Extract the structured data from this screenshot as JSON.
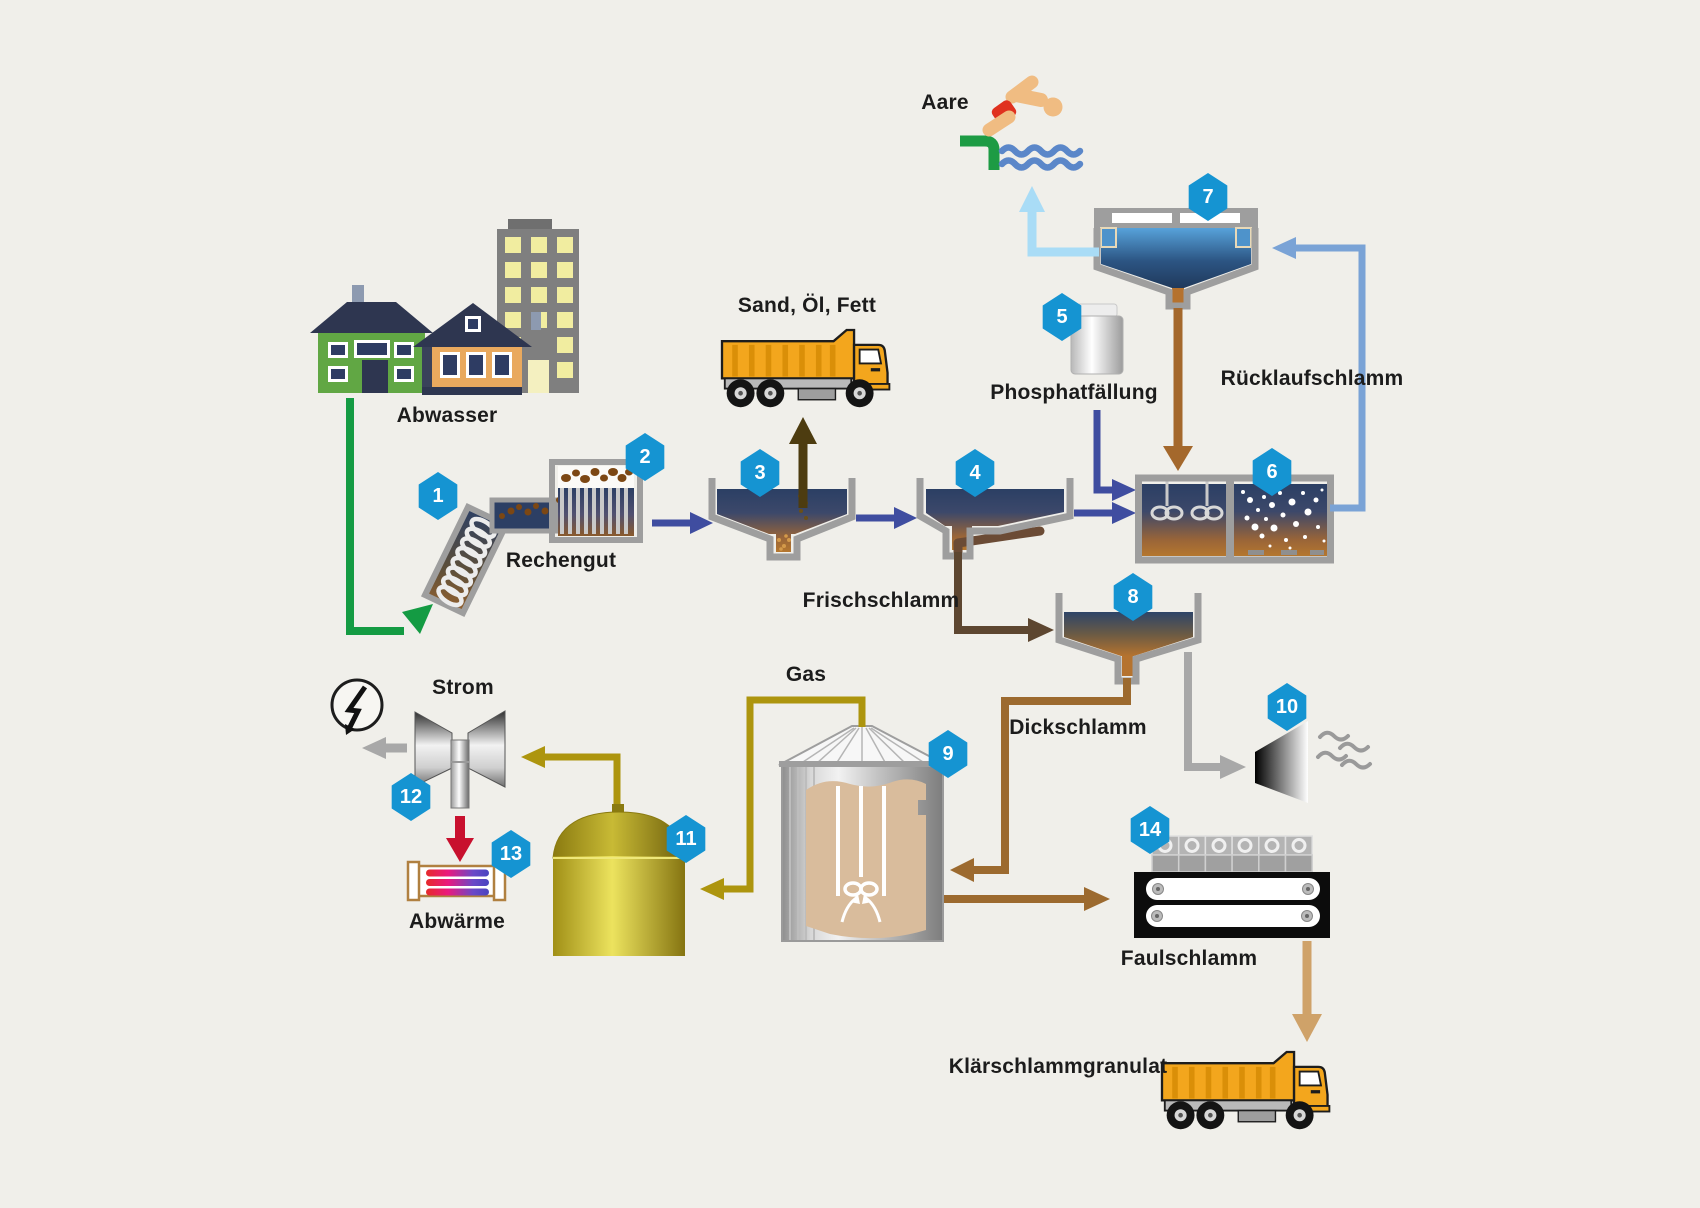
{
  "labels": {
    "abwasser": "Abwasser",
    "rechengut": "Rechengut",
    "sand_oel_fett": "Sand, Öl, Fett",
    "aare": "Aare",
    "phosphatfaellung": "Phosphatfällung",
    "ruecklaufschlamm": "Rücklaufschlamm",
    "frischschlamm": "Frischschlamm",
    "dickschlamm": "Dickschlamm",
    "gas": "Gas",
    "strom": "Strom",
    "abwaerme": "Abwärme",
    "faulschlamm": "Faulschlamm",
    "klaerschlammgranulat": "Klärschlammgranulat"
  },
  "badges": {
    "n1": "1",
    "n2": "2",
    "n3": "3",
    "n4": "4",
    "n5": "5",
    "n6": "6",
    "n7": "7",
    "n8": "8",
    "n9": "9",
    "n10": "10",
    "n11": "11",
    "n12": "12",
    "n13": "13",
    "n14": "14"
  },
  "colors": {
    "background": "#f0efea",
    "badge_blue": "#1594d2",
    "flow_indigo": "#3f4da0",
    "return_sludge_blue": "#7aa3d6",
    "effluent_lightblue": "#a9dcf6",
    "inflow_green": "#149b43",
    "fresh_sludge_brown": "#5d4630",
    "sand_dark_brown": "#4d3c10",
    "thick_sludge_brown": "#9c6a2f",
    "granulate_tan": "#cfa269",
    "gas_gold": "#ad950e",
    "power_gray": "#a8a8a8",
    "heat_red": "#c8102e",
    "truck_orange": "#f3a61d"
  },
  "icons": {
    "swimmer": "swimmer-diving-icon",
    "waves": "river-waves-icon",
    "electricity": "lightning-bolt-icon",
    "flare": "gas-flare-icon"
  }
}
